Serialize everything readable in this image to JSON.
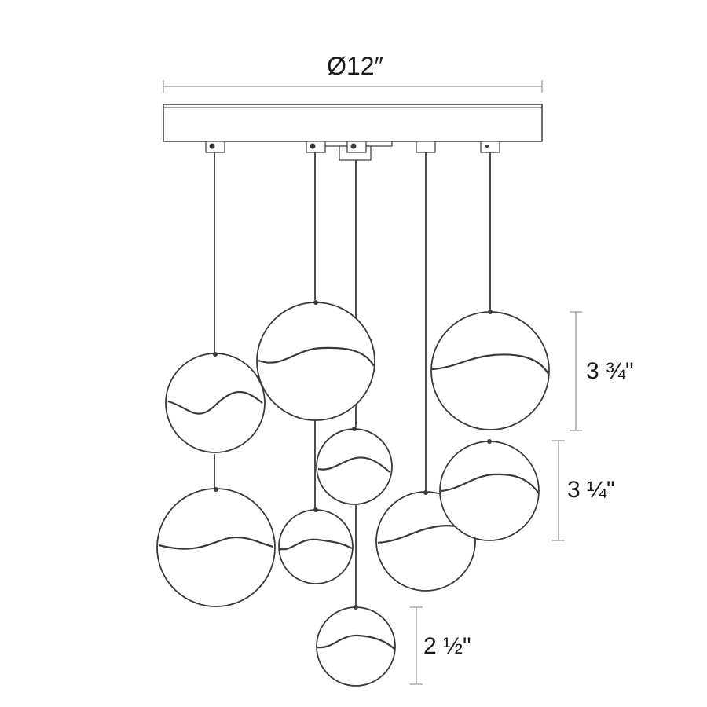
{
  "dimensions": {
    "width_label": "Ø12″",
    "large_globe_label": "3 ¾\"",
    "medium_globe_label": "3 ¼\"",
    "small_globe_label": "2 ½\""
  },
  "colors": {
    "line": "#3a3a3a",
    "dimension_line": "#9a9a9a",
    "text": "#1a1a1a",
    "background": "#ffffff"
  }
}
